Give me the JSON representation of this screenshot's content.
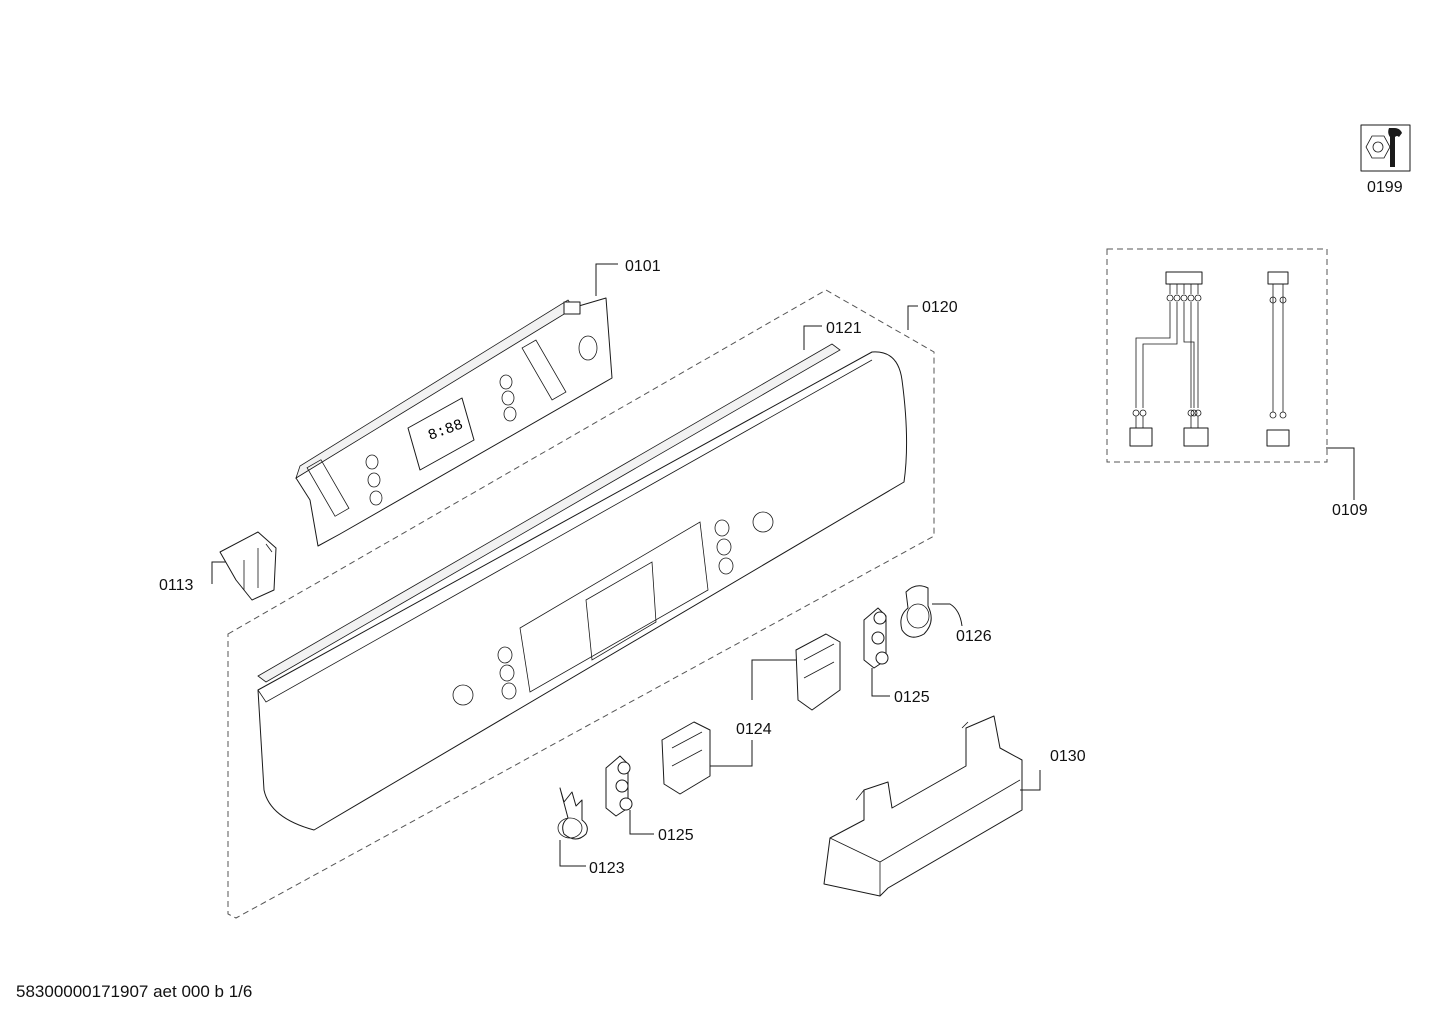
{
  "parts": [
    {
      "id": "0101",
      "label": "0101"
    },
    {
      "id": "0109",
      "label": "0109"
    },
    {
      "id": "0113",
      "label": "0113"
    },
    {
      "id": "0120",
      "label": "0120"
    },
    {
      "id": "0121",
      "label": "0121"
    },
    {
      "id": "0123",
      "label": "0123"
    },
    {
      "id": "0124",
      "label": "0124"
    },
    {
      "id": "0125a",
      "label": "0125"
    },
    {
      "id": "0125b",
      "label": "0125"
    },
    {
      "id": "0126",
      "label": "0126"
    },
    {
      "id": "0130",
      "label": "0130"
    },
    {
      "id": "0199",
      "label": "0199"
    }
  ],
  "footer": "58300000171907 aet 000 b 1/6",
  "icons": {
    "service_kit": "nut-wrench-icon"
  }
}
